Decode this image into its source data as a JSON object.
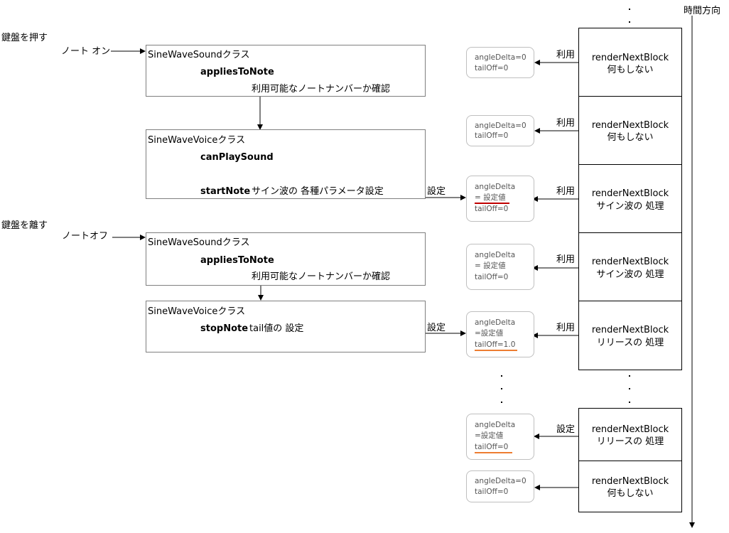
{
  "time_axis_label": "時間方向",
  "events": {
    "press": {
      "label": "鍵盤を押す",
      "signal": "ノート オン"
    },
    "release": {
      "label": "鍵盤を離す",
      "signal": "ノートオフ"
    }
  },
  "class_boxes": [
    {
      "title": "SineWaveSoundクラス",
      "method": "appliesToNote",
      "note": "利用可能なノートナンバーか確認"
    },
    {
      "title": "SineWaveVoiceクラス",
      "method": "canPlaySound",
      "method2": "startNote",
      "note": "サイン波の 各種パラメータ設定"
    },
    {
      "title": "SineWaveSoundクラス",
      "method": "appliesToNote",
      "note": "利用可能なノートナンバーか確認"
    },
    {
      "title": "SineWaveVoiceクラス",
      "method": "stopNote",
      "note": "tail値の 設定"
    }
  ],
  "connector_labels": {
    "set": "設定",
    "use": "利用"
  },
  "state_boxes": [
    {
      "line1": "angleDelta=0",
      "line2": "tailOff=0"
    },
    {
      "line1": "angleDelta=0",
      "line2": "tailOff=0"
    },
    {
      "line1": "angleDelta",
      "line2": "= 設定値",
      "line3": "tailOff=0",
      "underline_color": "#c00000"
    },
    {
      "line1": "angleDelta",
      "line2": "= 設定値",
      "line3": "tailOff=0"
    },
    {
      "line1": "angleDelta",
      "line2": "=設定値",
      "line3": "tailOff=1.0",
      "underline_color": "#ed7d31"
    },
    {
      "line1": "angleDelta",
      "line2": "=設定値",
      "line3": "tailOff=0",
      "underline_color": "#ed7d31"
    },
    {
      "line1": "angleDelta=0",
      "line2": "tailOff=0"
    }
  ],
  "render_blocks": [
    {
      "name": "renderNextBlock",
      "action": "何もしない",
      "link": "利用"
    },
    {
      "name": "renderNextBlock",
      "action": "何もしない",
      "link": "利用"
    },
    {
      "name": "renderNextBlock",
      "action": "サイン波の 処理",
      "link": "利用"
    },
    {
      "name": "renderNextBlock",
      "action": "サイン波の 処理",
      "link": "利用"
    },
    {
      "name": "renderNextBlock",
      "action": "リリースの 処理",
      "link": "利用"
    },
    {
      "name": "renderNextBlock",
      "action": "リリースの 処理",
      "link": "設定"
    },
    {
      "name": "renderNextBlock",
      "action": "何もしない",
      "link": ""
    }
  ]
}
